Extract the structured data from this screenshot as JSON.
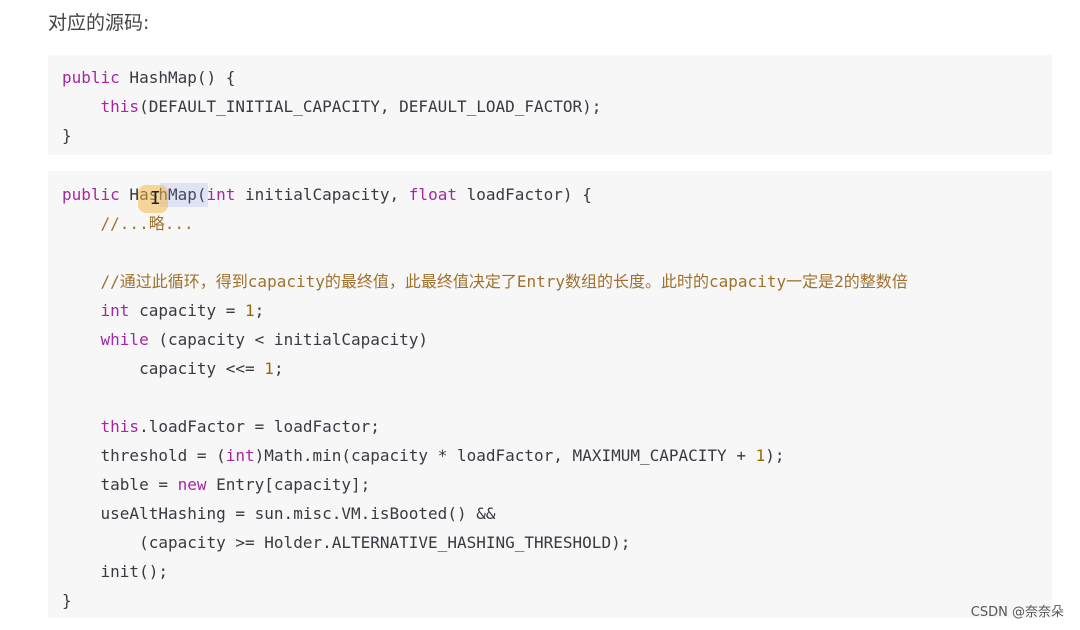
{
  "heading": "对应的源码:",
  "block1": [
    [
      {
        "t": "public",
        "c": "kw"
      },
      {
        "t": " HashMap() {"
      }
    ],
    [
      {
        "t": "    "
      },
      {
        "t": "this",
        "c": "kw"
      },
      {
        "t": "(DEFAULT_INITIAL_CAPACITY, DEFAULT_LOAD_FACTOR);"
      }
    ],
    [
      {
        "t": "}"
      }
    ]
  ],
  "block2": [
    [
      {
        "t": "public",
        "c": "kw"
      },
      {
        "t": " HashMap("
      },
      {
        "t": "int",
        "c": "kw"
      },
      {
        "t": " initialCapacity, "
      },
      {
        "t": "float",
        "c": "kw"
      },
      {
        "t": " loadFactor) {"
      }
    ],
    [
      {
        "t": "    "
      },
      {
        "t": "//...略...",
        "c": "cm"
      }
    ],
    [],
    [
      {
        "t": "    "
      },
      {
        "t": "//通过此循环，得到capacity的最终值，此最终值决定了Entry数组的长度。此时的capacity一定是2的整数倍",
        "c": "cm"
      }
    ],
    [
      {
        "t": "    "
      },
      {
        "t": "int",
        "c": "kw"
      },
      {
        "t": " capacity = "
      },
      {
        "t": "1",
        "c": "num"
      },
      {
        "t": ";"
      }
    ],
    [
      {
        "t": "    "
      },
      {
        "t": "while",
        "c": "kw"
      },
      {
        "t": " (capacity < initialCapacity)"
      }
    ],
    [
      {
        "t": "        capacity <<= "
      },
      {
        "t": "1",
        "c": "num"
      },
      {
        "t": ";"
      }
    ],
    [],
    [
      {
        "t": "    "
      },
      {
        "t": "this",
        "c": "kw"
      },
      {
        "t": ".loadFactor = loadFactor;"
      }
    ],
    [
      {
        "t": "    threshold = ("
      },
      {
        "t": "int",
        "c": "kw"
      },
      {
        "t": ")Math.min(capacity * loadFactor, MAXIMUM_CAPACITY + "
      },
      {
        "t": "1",
        "c": "num"
      },
      {
        "t": ");"
      }
    ],
    [
      {
        "t": "    table = "
      },
      {
        "t": "new",
        "c": "kw"
      },
      {
        "t": " Entry[capacity];"
      }
    ],
    [
      {
        "t": "    useAltHashing = sun.misc.VM.isBooted() &&"
      }
    ],
    [
      {
        "t": "        (capacity >= Holder.ALTERNATIVE_HASHING_THRESHOLD);"
      }
    ],
    [
      {
        "t": "    init();"
      }
    ],
    [
      {
        "t": "}"
      }
    ]
  ],
  "watermark": "CSDN @奈奈朵"
}
